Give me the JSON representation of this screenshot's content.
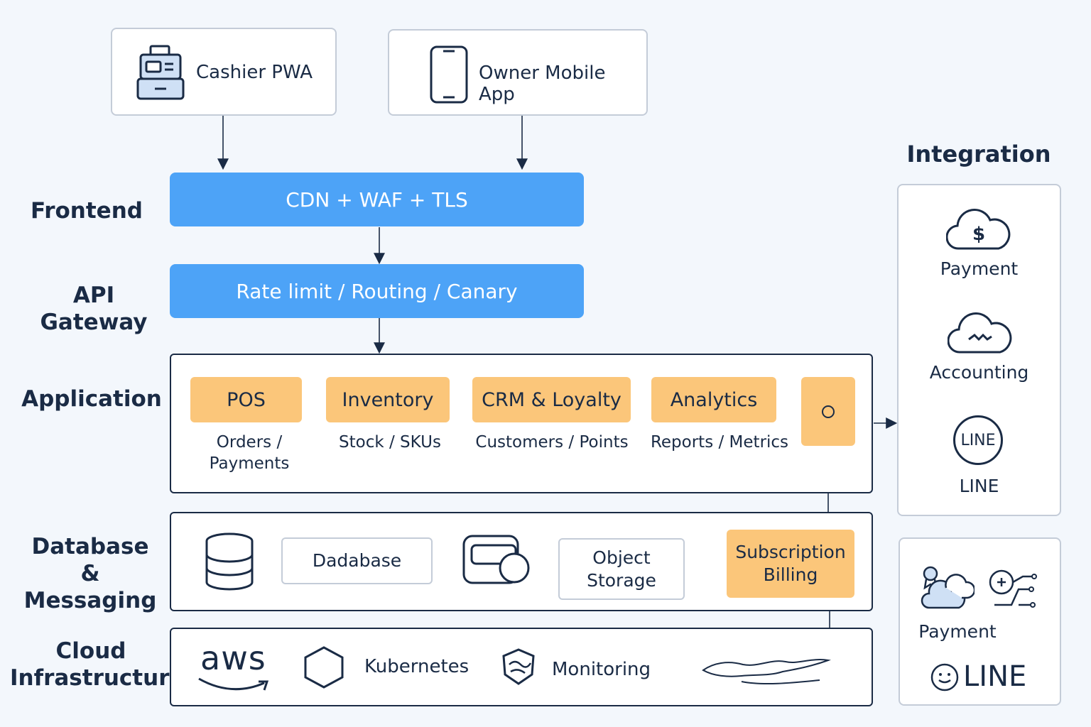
{
  "clients": {
    "cashier": "Cashier PWA",
    "owner": "Owner Mobile App"
  },
  "layers": {
    "frontend": "Frontend",
    "api_gateway": "API Gateway",
    "application": "Application",
    "database": "Database\n& Messaging",
    "cloud": "Cloud\nInfrastructure"
  },
  "bars": {
    "cdn": "CDN + WAF + TLS",
    "gateway": "Rate limit / Routing / Canary"
  },
  "modules": [
    {
      "name": "POS",
      "desc": "Orders /\nPayments"
    },
    {
      "name": "Inventory",
      "desc": "Stock / SKUs"
    },
    {
      "name": "CRM & Loyalty",
      "desc": "Customers / Points"
    },
    {
      "name": "Analytics",
      "desc": "Reports / Metrics"
    }
  ],
  "database": {
    "db_label": "Dadabase",
    "storage_label": "Object\nStorage",
    "billing_label": "Subscription\nBilling"
  },
  "cloud": {
    "aws": "aws",
    "kubernetes": "Kubernetes",
    "monitoring": "Monitoring"
  },
  "integration": {
    "title": "Integration",
    "payment": "Payment",
    "accounting": "Accounting",
    "line_badge": "LINE",
    "line": "LINE",
    "payment2": "Payment",
    "line2": "LINE"
  },
  "colors": {
    "accent_blue": "#4da3f7",
    "module_orange": "#fbc67a",
    "navy": "#1a2b45"
  }
}
